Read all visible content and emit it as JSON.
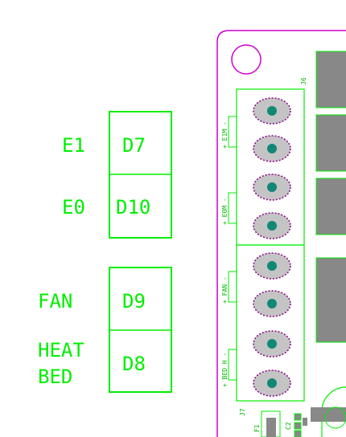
{
  "pin_table_1": {
    "rows": [
      {
        "name": "E1",
        "pin": "D7"
      },
      {
        "name": "E0",
        "pin": "D10"
      }
    ]
  },
  "pin_table_2": {
    "rows": [
      {
        "name": "FAN",
        "pin": "D9"
      },
      {
        "name_lines": [
          "HEAT",
          "BED"
        ],
        "pin": "D8"
      }
    ]
  },
  "board": {
    "connector_j6": "J6",
    "connector_j7": "J7",
    "terminal_labels": [
      "+ E1M -",
      "+ E0M -",
      "+ FAN -",
      "+ BED H -"
    ],
    "part_labels": [
      "F1",
      "C2"
    ]
  },
  "colors": {
    "silkscreen": "#00ee00",
    "outline": "#cc00cc",
    "pad": "#c4c4c4",
    "pad_hole": "#118877",
    "pad_ring": "#880088",
    "component": "#888888"
  }
}
